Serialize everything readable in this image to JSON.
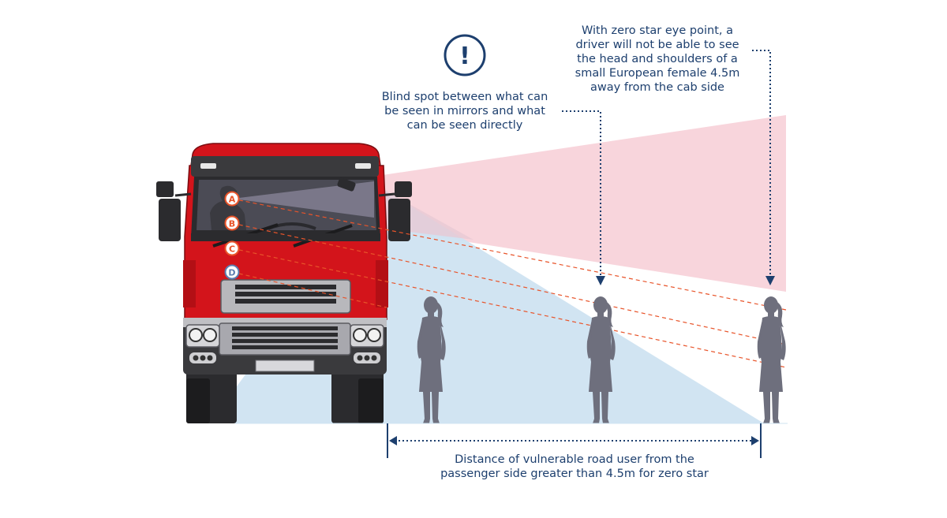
{
  "alert_icon": {
    "icon": "exclamation-circle-icon",
    "glyph": "!"
  },
  "annotations": {
    "blind_spot": [
      "Blind spot between what can",
      "be seen in mirrors and what",
      "can be seen directly"
    ],
    "zero_star": [
      "With zero star eye point, a",
      "driver will not be able to see",
      "the head and shoulders of a",
      "small European female 4.5m",
      "away from the cab side"
    ],
    "distance": [
      "Distance of vulnerable road user from the",
      "passenger side greater than 4.5m for zero star"
    ]
  },
  "eye_points": [
    "A",
    "B",
    "C",
    "D"
  ],
  "colors": {
    "navy": "#1d3f6e",
    "truck_red": "#d3141b",
    "pink_zone": "#f8d5dc",
    "blue_zone": "#cfe3f1",
    "sightline": "#e8542a",
    "silhouette": "#6e6f7d"
  }
}
